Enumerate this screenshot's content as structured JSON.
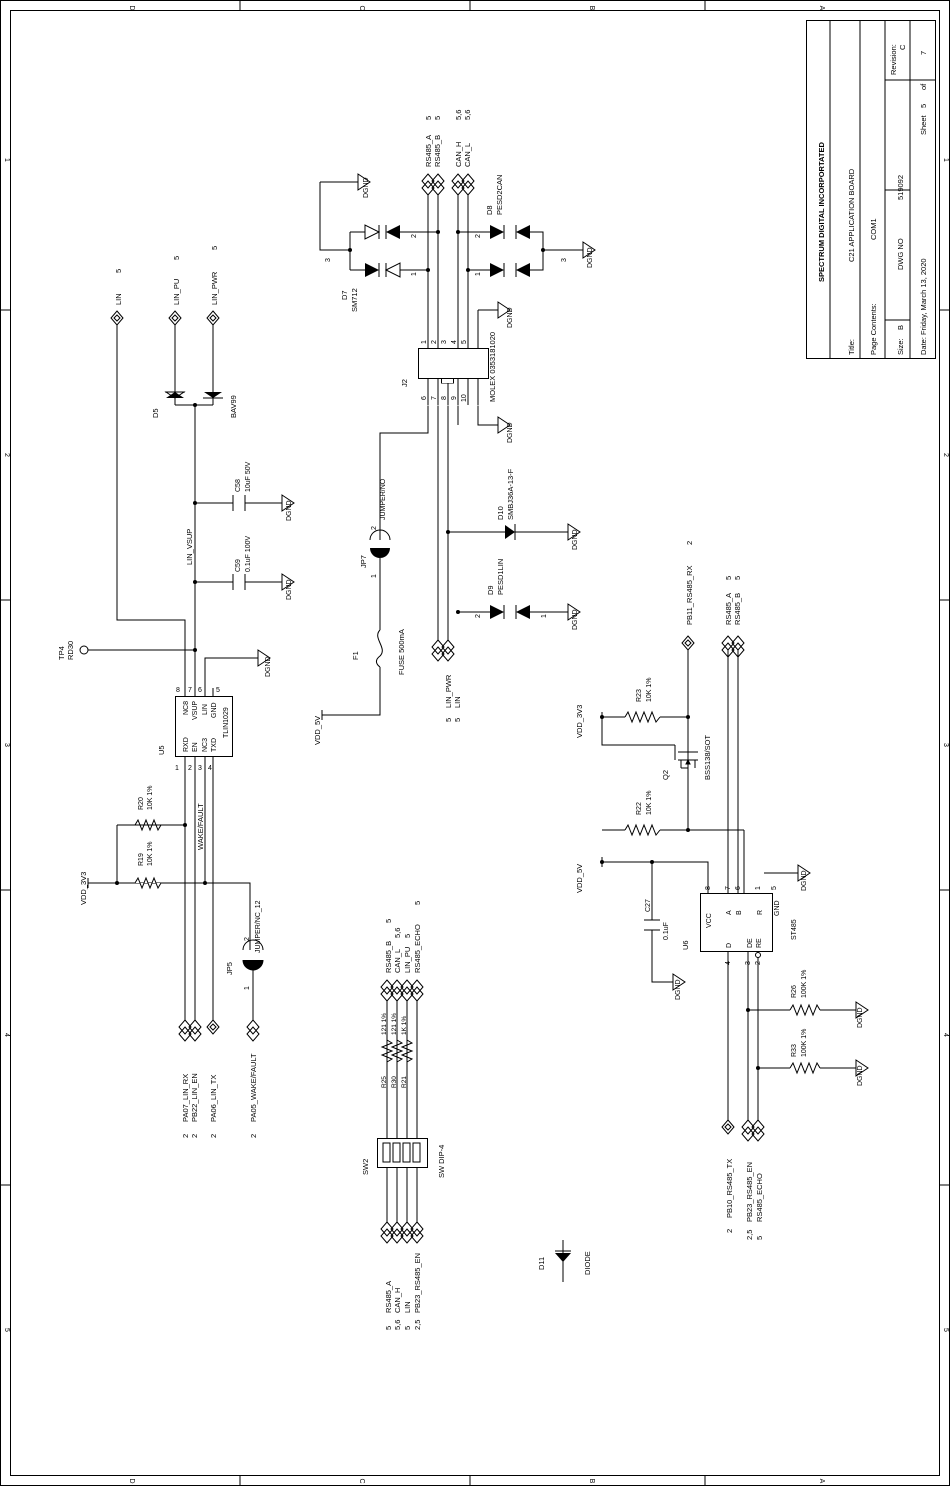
{
  "border": {
    "zones_top": [
      "D",
      "C",
      "B",
      "A"
    ],
    "zones_bottom": [
      "D",
      "C",
      "B",
      "A"
    ],
    "zones_left": [
      "1",
      "2",
      "3",
      "4",
      "5"
    ],
    "zones_right": [
      "1",
      "2",
      "3",
      "4",
      "5"
    ]
  },
  "title_block": {
    "company": "SPECTRUM DIGITAL INCORPORTATED",
    "title_label": "Title:",
    "title": "C21 APPLICATION BOARD",
    "page_contents_label": "Page Contents:",
    "page_contents": "COM1",
    "size_label": "Size:",
    "size": "B",
    "dwg_no_label": "DWG NO",
    "dwg_no": "519092",
    "revision_label": "Revision:",
    "revision": "C",
    "date_label": "Date:",
    "date": "Friday, March 13, 2020",
    "sheet_label": "Sheet",
    "sheet": "5",
    "of_label": "of",
    "total": "7"
  },
  "labels": {
    "dgnd": "DGND",
    "vdd_3v3": "VDD_3V3",
    "vdd_5v": "VDD_5V",
    "lin_vsup": "LIN_VSUP",
    "wake_fault": "WAKE/FAULT"
  },
  "ports": {
    "lin": "LIN",
    "lin_ref": "5",
    "lin_pu": "LIN_PU",
    "lin_pu_ref": "5",
    "lin_pwr": "LIN_PWR",
    "lin_pwr_ref": "5",
    "rs485_a": "RS485_A",
    "rs485_a_ref": "5",
    "rs485_b": "RS485_B",
    "rs485_b_ref": "5",
    "can_h": "CAN_H",
    "can_h_ref": "5,6",
    "can_l": "CAN_L",
    "can_l_ref": "5,6",
    "j2_lin_pwr": "LIN_PWR",
    "j2_lin_pwr_ref": "5",
    "j2_lin": "LIN",
    "j2_lin_ref": "5",
    "pb11": "PB11_RS485_RX",
    "pb11_ref": "2",
    "u6_rs485_a": "RS485_A",
    "u6_rs485_a_ref": "5",
    "u6_rs485_b": "RS485_B",
    "u6_rs485_b_ref": "5",
    "pa07": "PA07_LIN_RX",
    "pa07_ref": "2",
    "pb22": "PB22_LIN_EN",
    "pb22_ref": "2",
    "pa06": "PA06_LIN_TX",
    "pa06_ref": "2",
    "pa05": "PA05_WAKE/FAULT",
    "pa05_ref": "2",
    "sw_rs485_b": "RS485_B",
    "sw_rs485_b_ref": "5",
    "sw_can_l": "CAN_L",
    "sw_can_l_ref": "5,6",
    "sw_lin_pu": "LIN_PU",
    "sw_lin_pu_ref": "5",
    "sw_rs485_echo": "RS485_ECHO",
    "sw_rs485_echo_ref": "5",
    "sw_rs485_a": "RS485_A",
    "sw_rs485_a_ref": "5",
    "sw_can_h": "CAN_H",
    "sw_can_h_ref": "5,6",
    "sw_lin": "LIN",
    "sw_lin_ref": "5",
    "sw_pb23": "PB23_RS485_EN",
    "sw_pb23_ref": "2,5",
    "pb10": "PB10_RS485_TX",
    "pb10_ref": "2",
    "pb23": "PB23_RS485_EN",
    "pb23_ref": "2,5",
    "rs485_echo": "RS485_ECHO",
    "rs485_echo_ref": "5"
  },
  "components": {
    "d5": {
      "ref": "D5",
      "value": "BAV99"
    },
    "c58": {
      "ref": "C58",
      "value": "10uF 50V"
    },
    "c59": {
      "ref": "C59",
      "value": "0.1uF 100V"
    },
    "tp4": {
      "ref": "TP4",
      "value": "RD30"
    },
    "u5": {
      "ref": "U5",
      "value": "TLIN1029",
      "pins_left": [
        "RXD",
        "EN",
        "NC3",
        "TXD"
      ],
      "pins_right": [
        "NC8",
        "VSUP",
        "LIN",
        "GND"
      ],
      "pin_nums": [
        "1",
        "2",
        "3",
        "4",
        "5",
        "6",
        "7",
        "8"
      ]
    },
    "r20": {
      "ref": "R20",
      "value": "10K 1%"
    },
    "r19": {
      "ref": "R19",
      "value": "10K 1%"
    },
    "jp5": {
      "ref": "JP5",
      "value": "JUMPER/NC_12",
      "pin1": "1",
      "pin2": "2"
    },
    "d7": {
      "ref": "D7",
      "value": "SM712",
      "pin1": "1",
      "pin2": "2",
      "pin3": "3"
    },
    "d8": {
      "ref": "D8",
      "value": "PESD2CAN",
      "pin1": "1",
      "pin2": "2",
      "pin3": "3"
    },
    "j2": {
      "ref": "J2",
      "value": "MOLEX 0353181020",
      "pins_top": [
        "1",
        "2",
        "3",
        "4",
        "5"
      ],
      "pins_bottom": [
        "6",
        "7",
        "8",
        "9",
        "10"
      ]
    },
    "jp7": {
      "ref": "JP7",
      "value": "JUMPER/NO",
      "pin1": "1",
      "pin2": "2"
    },
    "d10": {
      "ref": "D10",
      "value": "SMBJ36A-13-F"
    },
    "d9": {
      "ref": "D9",
      "value": "PESD1LIN",
      "pin1": "1",
      "pin2": "2"
    },
    "f1": {
      "ref": "F1",
      "value": "FUSE 500mA"
    },
    "r23": {
      "ref": "R23",
      "value": "10K 1%"
    },
    "q2": {
      "ref": "Q2",
      "value": "BSS138/SOT"
    },
    "r22": {
      "ref": "R22",
      "value": "10K 1%"
    },
    "c27": {
      "ref": "C27",
      "value": "0.1uF"
    },
    "u6": {
      "ref": "U6",
      "value": "ST485",
      "pin_vcc": "VCC",
      "pin_a": "A",
      "pin_b": "B",
      "pin_r": "R",
      "pin_gnd": "GND",
      "pin_d": "D",
      "pin_de": "DE",
      "pin_re": "RE",
      "n1": "1",
      "n2": "2",
      "n3": "3",
      "n4": "4",
      "n5": "5",
      "n6": "6",
      "n7": "7",
      "n8": "8"
    },
    "r26": {
      "ref": "R26",
      "value": "100K 1%"
    },
    "r33": {
      "ref": "R33",
      "value": "100K 1%"
    },
    "r25": {
      "ref": "R25",
      "value": "121 1%"
    },
    "r30": {
      "ref": "R30",
      "value": "121 1%"
    },
    "r21": {
      "ref": "R21",
      "value": "1K 1%"
    },
    "sw2": {
      "ref": "SW2",
      "value": "SW DIP-4"
    },
    "d11": {
      "ref": "D11",
      "value": "DIODE"
    }
  }
}
